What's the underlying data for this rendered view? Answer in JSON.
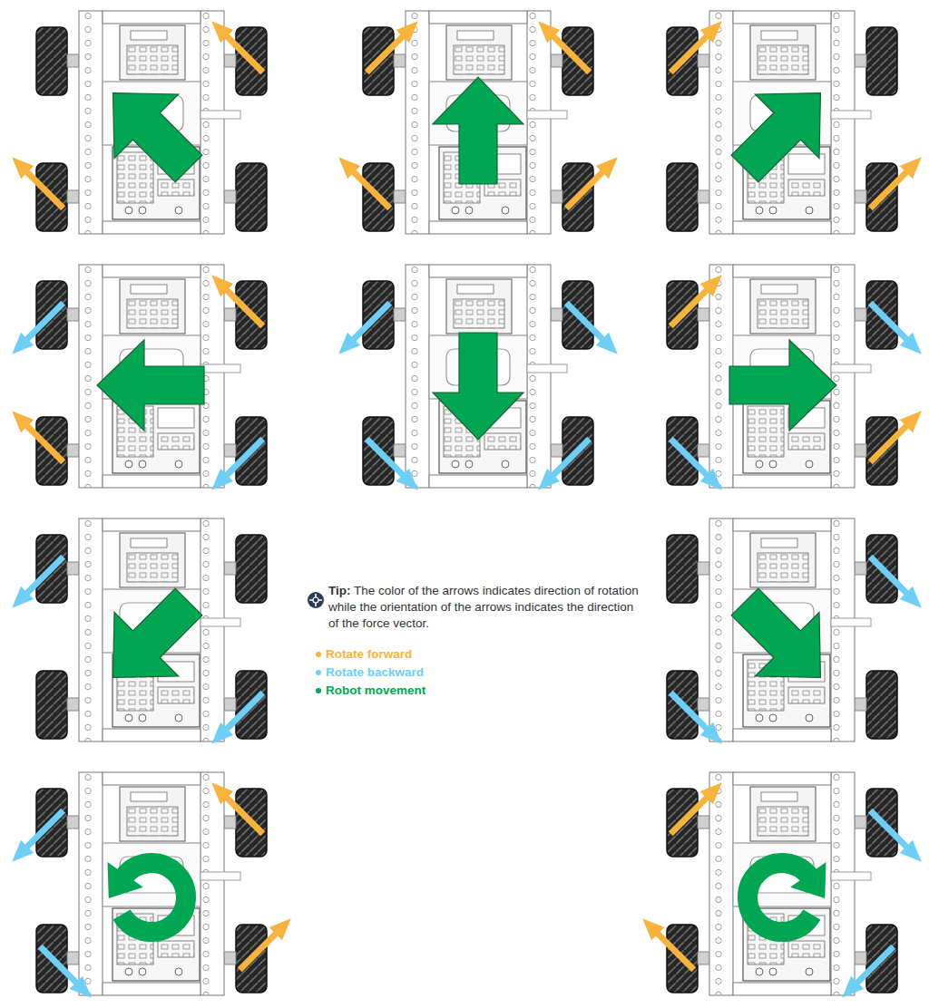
{
  "diagram": {
    "labels": [
      "Tip:",
      "The color of the arrows indicates direction of rotation while the orientation of the arrows indicates the direction of the force vector."
    ],
    "legend": [
      {
        "text": "Rotate forward",
        "color": "#f7b33b"
      },
      {
        "text": "Rotate backward",
        "color": "#6dcff6"
      },
      {
        "text": "Robot movement",
        "color": "#00a651"
      }
    ]
  }
}
